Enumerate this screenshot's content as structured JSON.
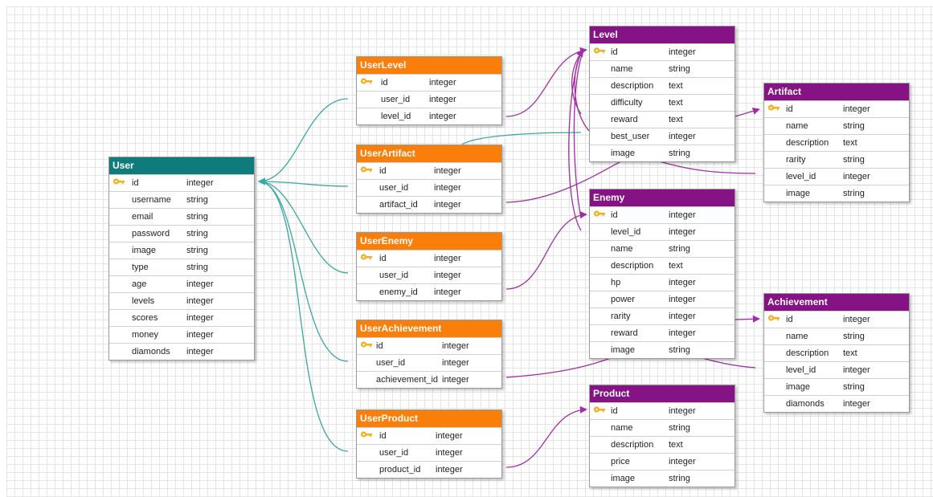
{
  "colors": {
    "user_header": "#0f7b7b",
    "link_header": "#f97f0a",
    "entity_header": "#861386",
    "teal_line": "#3aa7a0",
    "purple_line": "#a02ea6",
    "key": "#f2b021"
  },
  "tables": {
    "user": {
      "title": "User",
      "rows": [
        {
          "name": "id",
          "type": "integer",
          "key": true
        },
        {
          "name": "username",
          "type": "string"
        },
        {
          "name": "email",
          "type": "string"
        },
        {
          "name": "password",
          "type": "string"
        },
        {
          "name": "image",
          "type": "string"
        },
        {
          "name": "type",
          "type": "string"
        },
        {
          "name": "age",
          "type": "integer"
        },
        {
          "name": "levels",
          "type": "integer"
        },
        {
          "name": "scores",
          "type": "integer"
        },
        {
          "name": "money",
          "type": "integer"
        },
        {
          "name": "diamonds",
          "type": "integer"
        }
      ]
    },
    "userlevel": {
      "title": "UserLevel",
      "rows": [
        {
          "name": "id",
          "type": "integer",
          "key": true
        },
        {
          "name": "user_id",
          "type": "integer"
        },
        {
          "name": "level_id",
          "type": "integer"
        }
      ]
    },
    "userartifact": {
      "title": "UserArtifact",
      "rows": [
        {
          "name": "id",
          "type": "integer",
          "key": true
        },
        {
          "name": "user_id",
          "type": "integer"
        },
        {
          "name": "artifact_id",
          "type": "integer"
        }
      ]
    },
    "userenemy": {
      "title": "UserEnemy",
      "rows": [
        {
          "name": "id",
          "type": "integer",
          "key": true
        },
        {
          "name": "user_id",
          "type": "integer"
        },
        {
          "name": "enemy_id",
          "type": "integer"
        }
      ]
    },
    "userachievement": {
      "title": "UserAchievement",
      "rows": [
        {
          "name": "id",
          "type": "integer",
          "key": true
        },
        {
          "name": "user_id",
          "type": "integer"
        },
        {
          "name": "achievement_id",
          "type": "integer"
        }
      ]
    },
    "userproduct": {
      "title": "UserProduct",
      "rows": [
        {
          "name": "id",
          "type": "integer",
          "key": true
        },
        {
          "name": "user_id",
          "type": "integer"
        },
        {
          "name": "product_id",
          "type": "integer"
        }
      ]
    },
    "level": {
      "title": "Level",
      "rows": [
        {
          "name": "id",
          "type": "integer",
          "key": true
        },
        {
          "name": "name",
          "type": "string"
        },
        {
          "name": "description",
          "type": "text"
        },
        {
          "name": "difficulty",
          "type": "text"
        },
        {
          "name": "reward",
          "type": "text"
        },
        {
          "name": "best_user",
          "type": "integer"
        },
        {
          "name": "image",
          "type": "string"
        }
      ]
    },
    "enemy": {
      "title": "Enemy",
      "rows": [
        {
          "name": "id",
          "type": "integer",
          "key": true
        },
        {
          "name": "level_id",
          "type": "integer"
        },
        {
          "name": "name",
          "type": "string"
        },
        {
          "name": "description",
          "type": "text"
        },
        {
          "name": "hp",
          "type": "integer"
        },
        {
          "name": "power",
          "type": "integer"
        },
        {
          "name": "rarity",
          "type": "integer"
        },
        {
          "name": "reward",
          "type": "integer"
        },
        {
          "name": "image",
          "type": "string"
        }
      ]
    },
    "product": {
      "title": "Product",
      "rows": [
        {
          "name": "id",
          "type": "integer",
          "key": true
        },
        {
          "name": "name",
          "type": "string"
        },
        {
          "name": "description",
          "type": "text"
        },
        {
          "name": "price",
          "type": "integer"
        },
        {
          "name": "image",
          "type": "string"
        }
      ]
    },
    "artifact": {
      "title": "Artifact",
      "rows": [
        {
          "name": "id",
          "type": "integer",
          "key": true
        },
        {
          "name": "name",
          "type": "string"
        },
        {
          "name": "description",
          "type": "text"
        },
        {
          "name": "rarity",
          "type": "string"
        },
        {
          "name": "level_id",
          "type": "integer"
        },
        {
          "name": "image",
          "type": "string"
        }
      ]
    },
    "achievement": {
      "title": "Achievement",
      "rows": [
        {
          "name": "id",
          "type": "integer",
          "key": true
        },
        {
          "name": "name",
          "type": "string"
        },
        {
          "name": "description",
          "type": "text"
        },
        {
          "name": "level_id",
          "type": "integer"
        },
        {
          "name": "image",
          "type": "string"
        },
        {
          "name": "diamonds",
          "type": "integer"
        }
      ]
    }
  }
}
